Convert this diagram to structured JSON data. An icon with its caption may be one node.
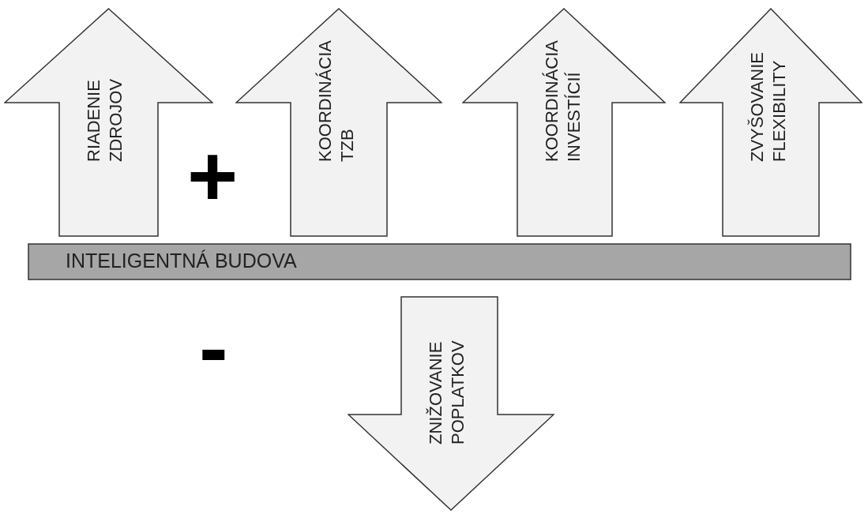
{
  "diagram": {
    "nodes": [
      {
        "text": [
          "RIADENIE ZDROJOV"
        ]
      },
      {
        "text": [
          "KOORDINÁCIA TZB"
        ]
      },
      {
        "text": [
          "KOORDINÁCIA INVESTÍCIÍ"
        ]
      },
      {
        "text": [
          "ZVYŠOVANIE FLEXIBILITY"
        ]
      },
      {
        "text": [
          "INTELIGENTNÁ BUDOVA"
        ]
      },
      {
        "text": [
          "ZNIŽOVANIE POPLATKOV"
        ]
      }
    ],
    "labels": [
      "+",
      "-"
    ]
  }
}
